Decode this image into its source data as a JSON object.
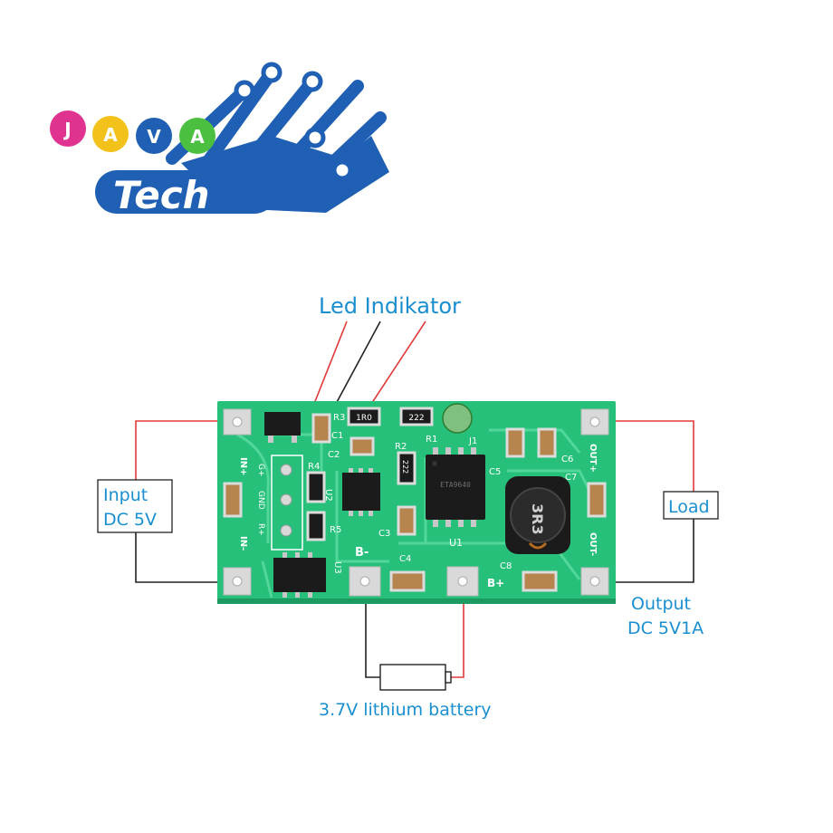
{
  "logo": {
    "letters": [
      "J",
      "A",
      "V",
      "A"
    ],
    "word": "Tech",
    "colors": {
      "blue": "#1f5fb4",
      "pink": "#e0338f",
      "yellow": "#f3c21a",
      "green": "#4bbf3f",
      "gray": "#6d6d6d"
    }
  },
  "annotations": {
    "led_title": "Led Indikator",
    "input_line1": "Input",
    "input_line2": "DC 5V",
    "load": "Load",
    "output_line1": "Output",
    "output_line2": "DC 5V1A",
    "battery": "3.7V lithium battery"
  },
  "board": {
    "colors": {
      "pcb": "#27c07a",
      "trace": "#52d79a",
      "pad": "#d9d9d9",
      "ic": "#1b1b1b",
      "cap": "#b6854e",
      "label_text": "#1a8fd0",
      "wire_red": "#e23a3a",
      "wire_black": "#222222"
    },
    "silkscreen": {
      "in_plus": "IN+",
      "in_minus": "IN-",
      "g_plus": "G+",
      "gnd": "GND",
      "r_plus": "R+",
      "b_minus": "B-",
      "b_plus": "B+",
      "out_plus": "OUT+",
      "out_minus": "OUT-",
      "r1": "R1",
      "r2": "R2",
      "r3": "R3",
      "r4": "R4",
      "r5": "R5",
      "c1": "C1",
      "c2": "C2",
      "c3": "C3",
      "c4": "C4",
      "c5": "C5",
      "c6": "C6",
      "c7": "C7",
      "c8": "C8",
      "u1": "U1",
      "u2": "U2",
      "u3": "U3",
      "j1": "J1",
      "r_code_a": "1R0",
      "r_code_b": "222",
      "r_code_c": "222",
      "ic_marking": "ETA9640",
      "inductor_marking": "3R3"
    }
  }
}
